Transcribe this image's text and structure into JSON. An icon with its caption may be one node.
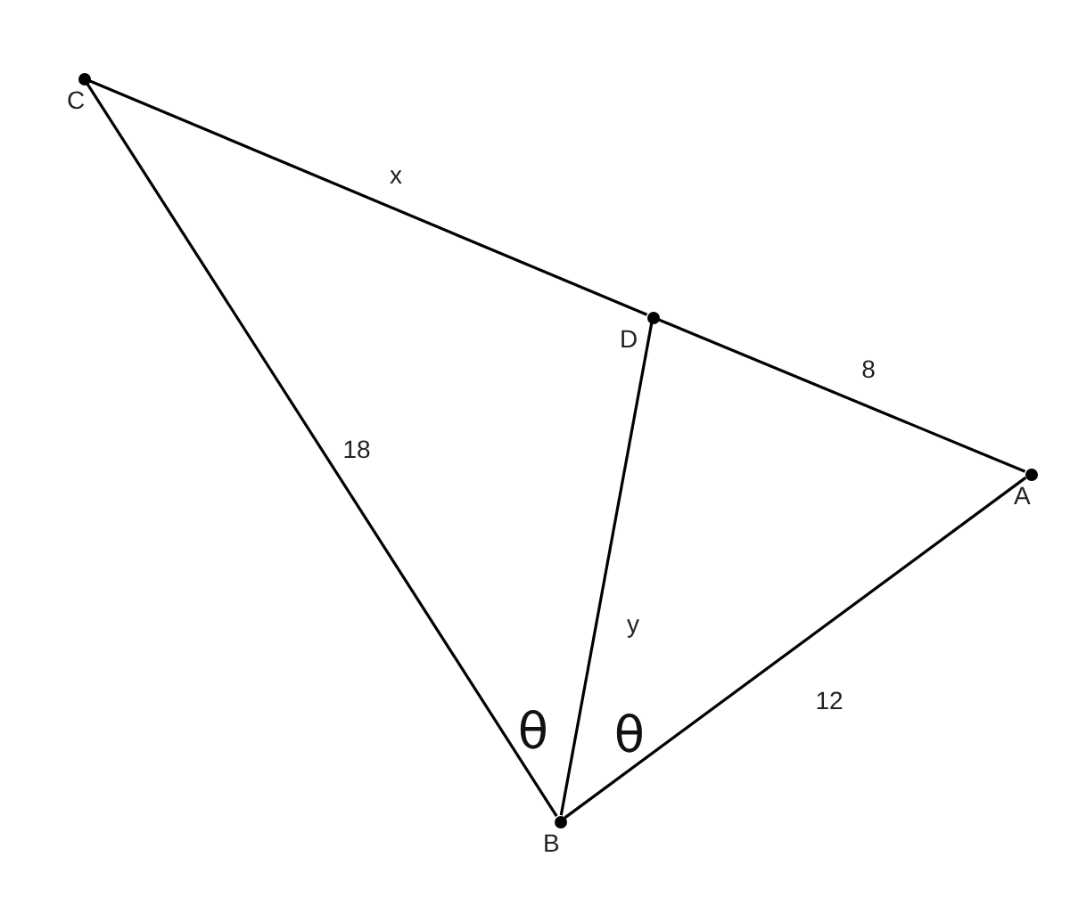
{
  "diagram": {
    "nodes": [
      {
        "text": [
          "C"
        ]
      },
      {
        "text": [
          "D"
        ]
      },
      {
        "text": [
          "A"
        ]
      },
      {
        "text": [
          "B"
        ]
      }
    ],
    "edges": [
      {
        "from": 0,
        "to": 1,
        "arrow": "none",
        "label": "x"
      },
      {
        "from": 1,
        "to": 2,
        "arrow": "none",
        "label": "8"
      },
      {
        "from": 0,
        "to": 3,
        "arrow": "none",
        "label": "18"
      },
      {
        "from": 1,
        "to": 3,
        "arrow": "none",
        "label": "y"
      },
      {
        "from": 3,
        "to": 2,
        "arrow": "none",
        "label": "12"
      }
    ],
    "labels": [
      "θ",
      "θ"
    ]
  }
}
